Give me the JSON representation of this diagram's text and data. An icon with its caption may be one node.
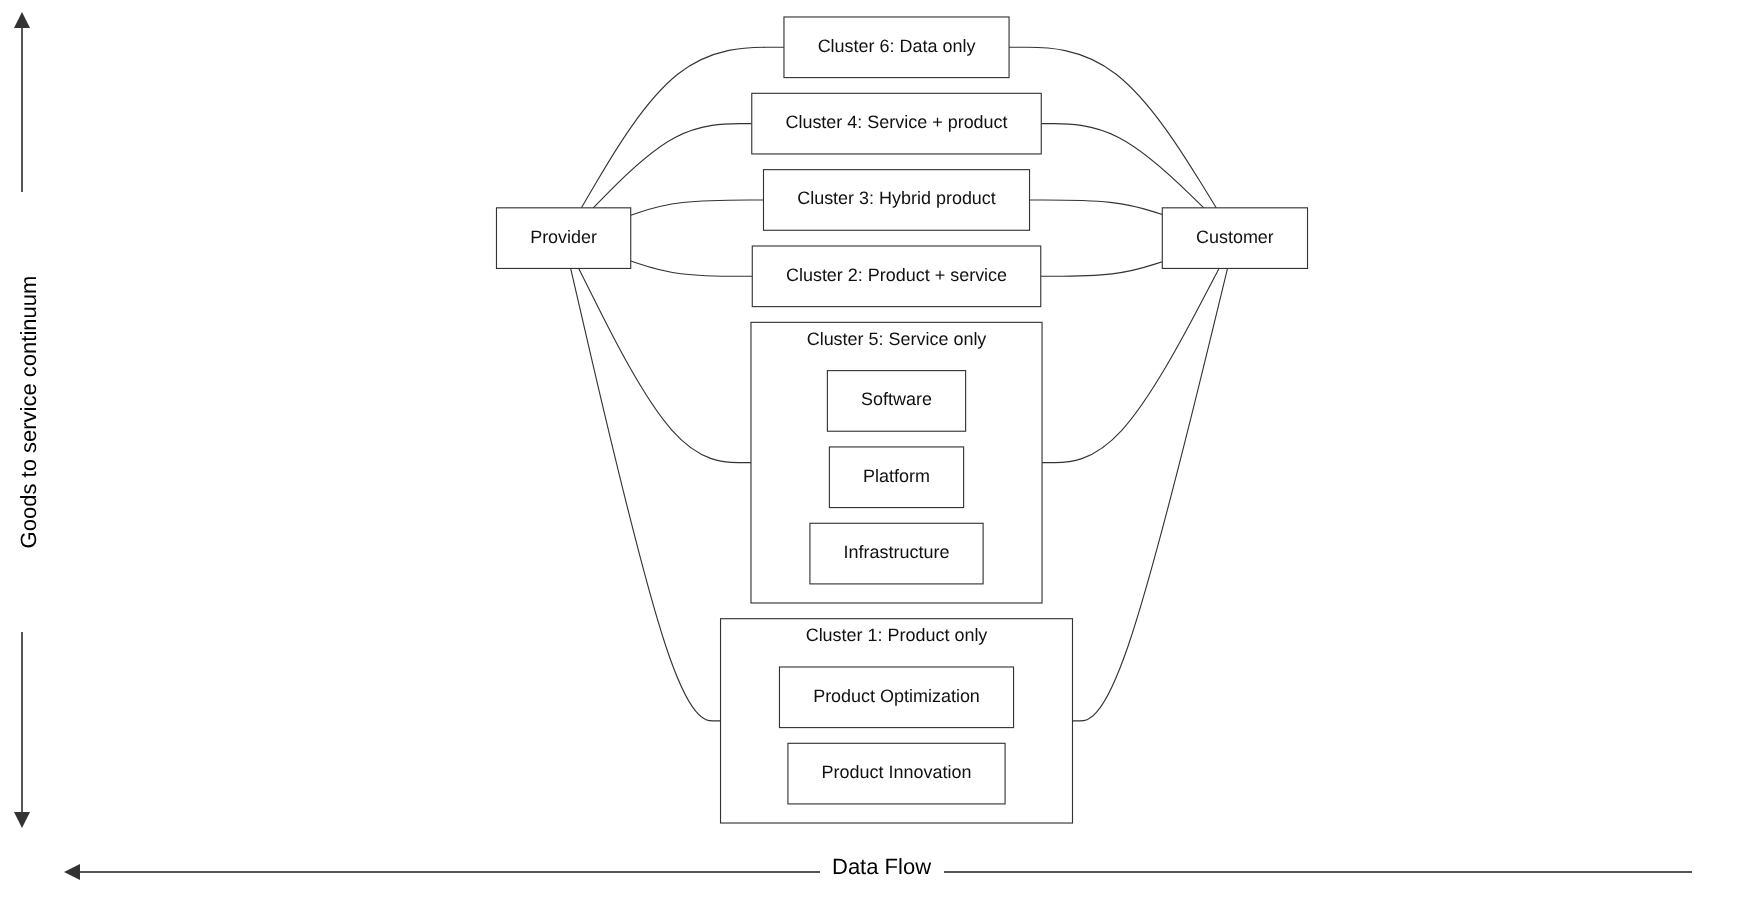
{
  "diagram": {
    "nodes": [
      {
        "text": [
          "Provider"
        ]
      },
      {
        "text": [
          "Cluster 6: Data only"
        ]
      },
      {
        "text": [
          "Cluster 5: Service only"
        ]
      },
      {
        "text": [
          "Software"
        ],
        "in": 2
      },
      {
        "text": [
          "Platform"
        ],
        "in": 2
      },
      {
        "text": [
          "Infrastructure"
        ],
        "in": 2
      },
      {
        "text": [
          "Cluster 4: Service + product"
        ]
      },
      {
        "text": [
          "Cluster 3: Hybrid product"
        ]
      },
      {
        "text": [
          "Cluster 2: Product + service"
        ]
      },
      {
        "text": [
          "Cluster 1: Product only"
        ]
      },
      {
        "text": [
          "Product Optimization"
        ],
        "in": 9
      },
      {
        "text": [
          "Product Innovation"
        ],
        "in": 9
      },
      {
        "text": [
          "Customer"
        ]
      }
    ],
    "edges": [
      {
        "from": 0,
        "to": 1,
        "arrow": "none"
      },
      {
        "from": 0,
        "to": 2,
        "arrow": "none"
      },
      {
        "from": 0,
        "to": 6,
        "arrow": "none"
      },
      {
        "from": 0,
        "to": 7,
        "arrow": "none"
      },
      {
        "from": 0,
        "to": 8,
        "arrow": "none"
      },
      {
        "from": 0,
        "to": 9,
        "arrow": "none"
      },
      {
        "from": 1,
        "to": 12,
        "arrow": "none"
      },
      {
        "from": 2,
        "to": 12,
        "arrow": "none"
      },
      {
        "from": 6,
        "to": 12,
        "arrow": "none"
      },
      {
        "from": 7,
        "to": 12,
        "arrow": "none"
      },
      {
        "from": 8,
        "to": 12,
        "arrow": "none"
      },
      {
        "from": 9,
        "to": 12,
        "arrow": "none"
      }
    ],
    "labels": [
      "Goods to service continuum",
      "Data Flow"
    ]
  }
}
